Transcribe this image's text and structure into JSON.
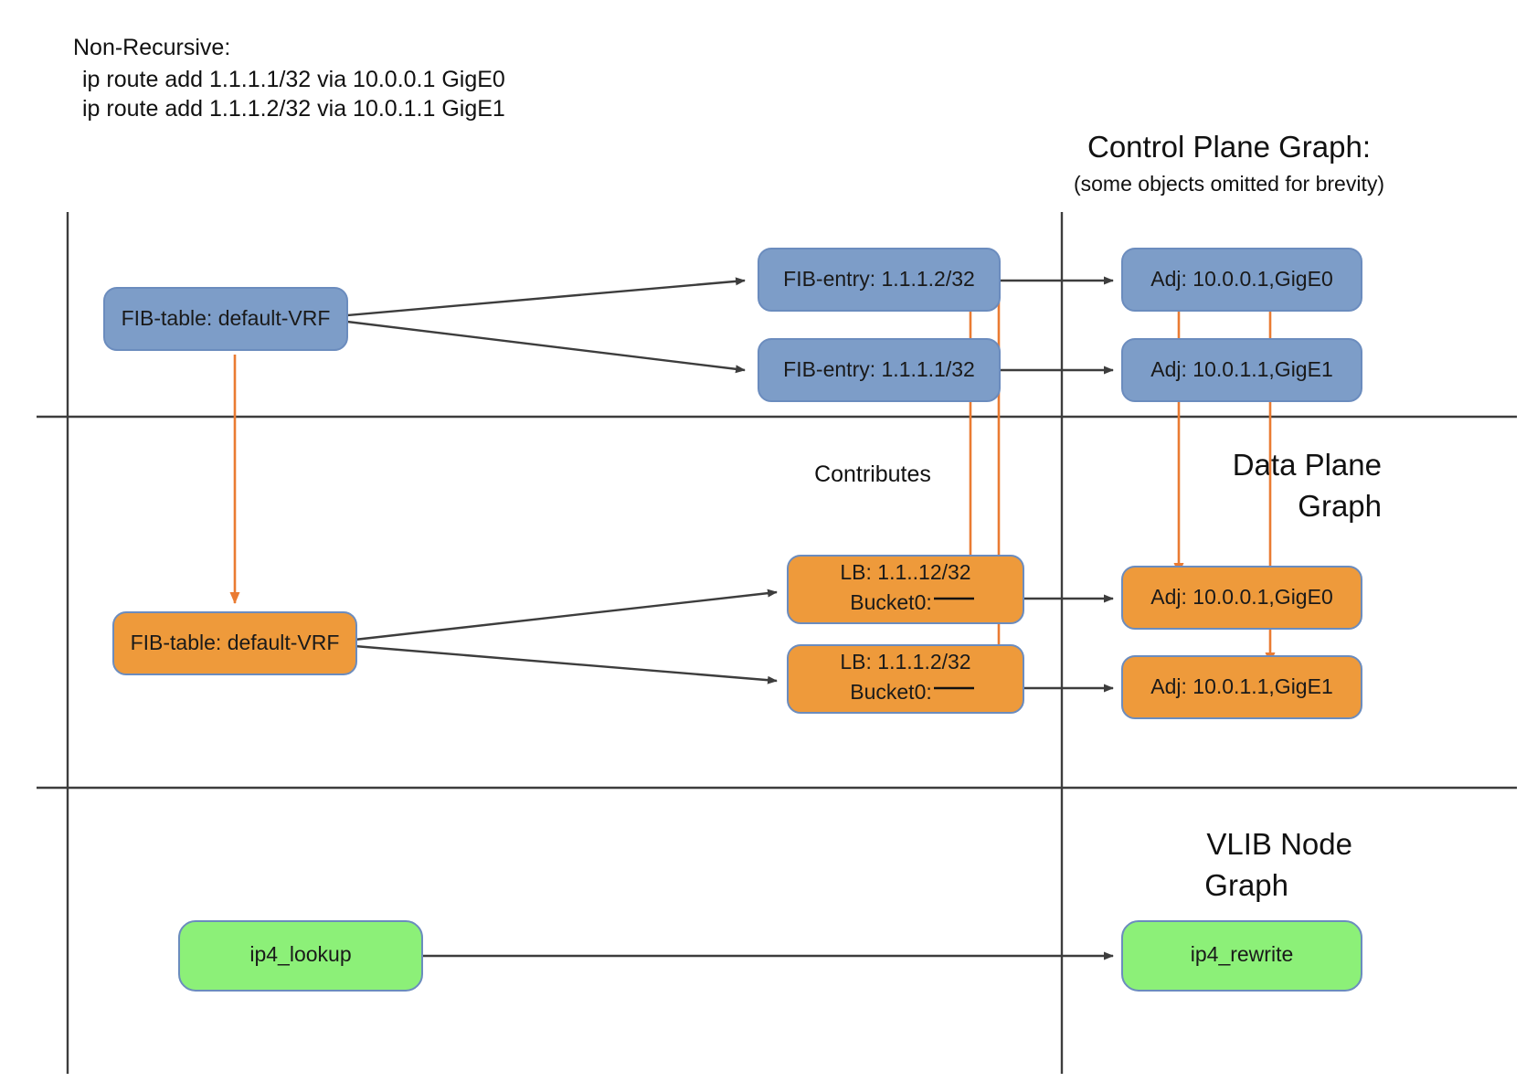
{
  "header": {
    "title": "Non-Recursive:",
    "routes": [
      "ip route add 1.1.1.1/32 via 10.0.0.1 GigE0",
      "ip route add 1.1.1.2/32 via 10.0.1.1 GigE1"
    ]
  },
  "sections": {
    "control_plane": {
      "title": "Control Plane Graph:",
      "subtitle": "(some objects omitted for brevity)"
    },
    "data_plane": {
      "title_line1": "Data Plane",
      "title_line2": "Graph"
    },
    "vlib": {
      "title_line1": "VLIB Node",
      "title_line2": "Graph"
    }
  },
  "annotations": {
    "contributes": "Contributes"
  },
  "nodes": {
    "cp_fib_table": "FIB-table: default-VRF",
    "cp_fib_entry_2": "FIB-entry: 1.1.1.2/32",
    "cp_fib_entry_1": "FIB-entry: 1.1.1.1/32",
    "cp_adj_0": "Adj: 10.0.0.1,GigE0",
    "cp_adj_1": "Adj: 10.0.1.1,GigE1",
    "dp_fib_table": "FIB-table: default-VRF",
    "dp_lb_0_line1": "LB: 1.1..12/32",
    "dp_lb_0_line2": "Bucket0:",
    "dp_lb_1_line1": "LB: 1.1.1.2/32",
    "dp_lb_1_line2": "Bucket0:",
    "dp_adj_0": "Adj: 10.0.0.1,GigE0",
    "dp_adj_1": "Adj: 10.0.1.1,GigE1",
    "vlib_lookup": "ip4_lookup",
    "vlib_rewrite": "ip4_rewrite"
  },
  "colors": {
    "control_plane_fill": "#7D9DC8",
    "data_plane_fill": "#EE9A3B",
    "vlib_fill": "#8CF078",
    "node_border": "#6B8CBE",
    "edge_black": "#3d3d3d",
    "edge_orange": "#EA7B32"
  }
}
